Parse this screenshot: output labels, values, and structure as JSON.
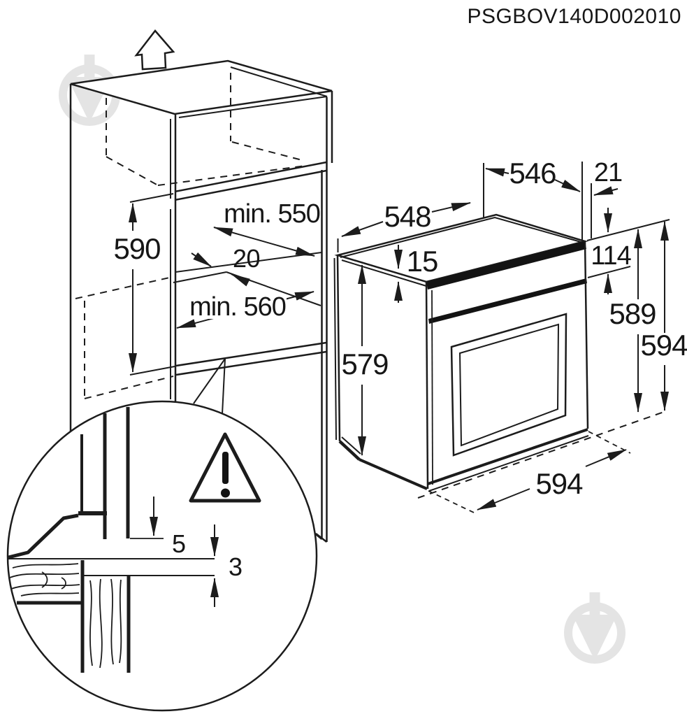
{
  "title": "PSGBOV140D002010",
  "colors": {
    "background": "#ffffff",
    "line": "#1c1c1c",
    "text": "#161616",
    "watermark": "#e4e4e4"
  },
  "icons": {
    "lift_arrow": "hollow up-arrow (remove top panel)",
    "warning": "triangle with exclamation mark",
    "watermark_logo": "gray circled spade marketplace logo"
  },
  "dims": {
    "cabinet": {
      "niche_height": "590",
      "niche_depth": "min. 550",
      "rear_gap": "20",
      "niche_width": "min. 560"
    },
    "oven": {
      "top_depth": "548",
      "rear_top_depth": "546",
      "front_frame": "21",
      "top_recess": "15",
      "control_panel_height": "114",
      "body_height": "589",
      "total_height": "594",
      "side_height": "579",
      "width": "594"
    },
    "detail": {
      "top_gap": "5",
      "bottom_gap": "3"
    }
  }
}
